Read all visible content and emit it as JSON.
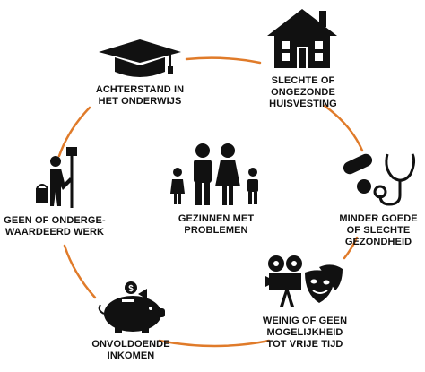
{
  "diagram": {
    "center": {
      "lines": [
        "GEZINNEN MET",
        "PROBLEMEN"
      ]
    },
    "nodes": [
      {
        "id": "education",
        "icon": "graduation-cap-icon",
        "lines": [
          "ACHTERSTAND IN",
          "HET ONDERWIJS"
        ]
      },
      {
        "id": "housing",
        "icon": "house-icon",
        "lines": [
          "SLECHTE OF",
          "ONGEZONDE",
          "HUISVESTING"
        ]
      },
      {
        "id": "health",
        "icon": "stethoscope-pills-icon",
        "lines": [
          "MINDER GOEDE",
          "OF SLECHTE",
          "GEZONDHEID"
        ]
      },
      {
        "id": "leisure",
        "icon": "film-camera-theater-masks-icon",
        "lines": [
          "WEINIG OF GEEN",
          "MOGELIJKHEID",
          "TOT VRIJE TIJD"
        ]
      },
      {
        "id": "income",
        "icon": "piggy-bank-icon",
        "lines": [
          "ONVOLDOENDE",
          "INKOMEN"
        ]
      },
      {
        "id": "work",
        "icon": "painter-worker-icon",
        "lines": [
          "GEEN OF ONDERGE-",
          "WAARDEERD WERK"
        ]
      }
    ],
    "colors": {
      "ring": "#E07B2A",
      "icon": "#111111",
      "text": "#111111"
    }
  }
}
